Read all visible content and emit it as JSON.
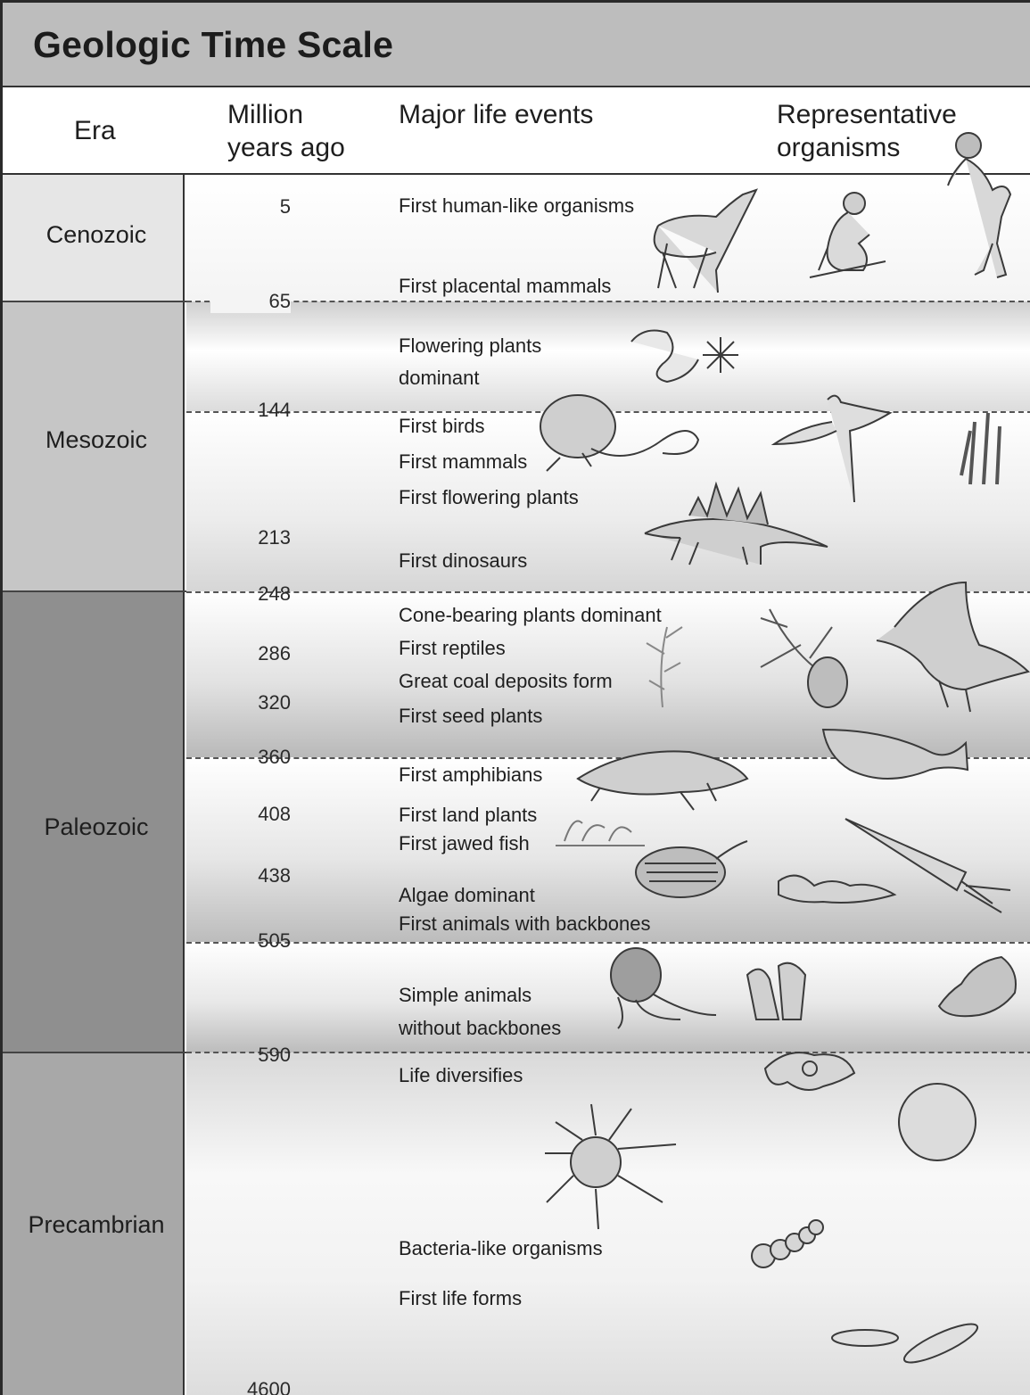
{
  "title": "Geologic Time Scale",
  "headers": {
    "era": "Era",
    "mya_line1": "Million",
    "mya_line2": "years ago",
    "events": "Major life events",
    "organisms_line1": "Representative",
    "organisms_line2": "organisms"
  },
  "eras": {
    "cenozoic": "Cenozoic",
    "mesozoic": "Mesozoic",
    "paleozoic": "Paleozoic",
    "precambrian": "Precambrian"
  },
  "mya": {
    "m5": "5",
    "m65": "65",
    "m144": "144",
    "m213": "213",
    "m248": "248",
    "m286": "286",
    "m320": "320",
    "m360": "360",
    "m408": "408",
    "m438": "438",
    "m505": "505",
    "m590": "590",
    "m4600": "4600"
  },
  "events": {
    "e1": "First human-like organisms",
    "e2": "First placental mammals",
    "e3": "Flowering plants",
    "e4": "dominant",
    "e5": "First birds",
    "e6": "First mammals",
    "e7": "First flowering plants",
    "e8": "First dinosaurs",
    "e9": "Cone-bearing plants dominant",
    "e10": "First reptiles",
    "e11": "Great coal deposits form",
    "e12": "First seed plants",
    "e13": "First amphibians",
    "e14": "First land plants",
    "e15": "First jawed fish",
    "e16": "Algae dominant",
    "e17": "First animals with backbones",
    "e18": "Simple animals",
    "e19": "without backbones",
    "e20": "Life diversifies",
    "e21": "Bacteria-like organisms",
    "e22": "First life forms"
  },
  "colors": {
    "title_bg": "#bdbdbd",
    "cenozoic_era": "#e8e8e8",
    "mesozoic_era": "#c4c4c4",
    "paleozoic_era": "#8f8f8f",
    "precambrian_era": "#a9a9a9"
  }
}
